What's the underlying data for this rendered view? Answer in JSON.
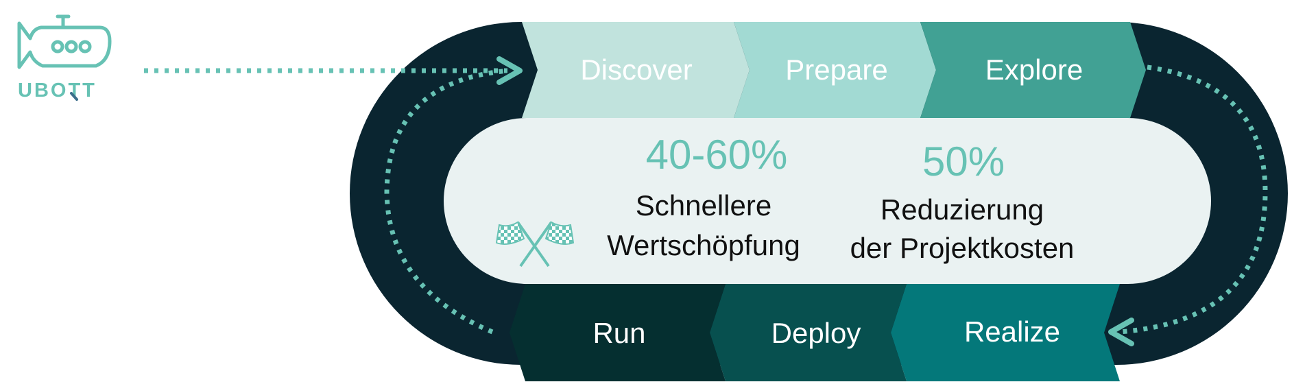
{
  "logo": {
    "wordmark": "UBOTT",
    "icon": "submarine-icon"
  },
  "phases_top": [
    {
      "label": "Discover",
      "color": "#c1e3dd"
    },
    {
      "label": "Prepare",
      "color": "#a2dad3"
    },
    {
      "label": "Explore",
      "color": "#41a194"
    }
  ],
  "phases_bottom": [
    {
      "label": "Realize",
      "color": "#04787a"
    },
    {
      "label": "Deploy",
      "color": "#07504f"
    },
    {
      "label": "Run",
      "color": "#052f30"
    }
  ],
  "stats": [
    {
      "value": "40-60%",
      "line1": "Schnellere",
      "line2": "Wertschöpfung"
    },
    {
      "value": "50%",
      "line1": "Reduzierung",
      "line2": "der Projektkosten"
    }
  ],
  "icons": {
    "finish": "checkered-flags-icon"
  },
  "colors": {
    "track": "#0a2530",
    "center": "#eaf2f2",
    "accent": "#67c2b4",
    "text_dark": "#111111",
    "text_light": "#ffffff"
  }
}
